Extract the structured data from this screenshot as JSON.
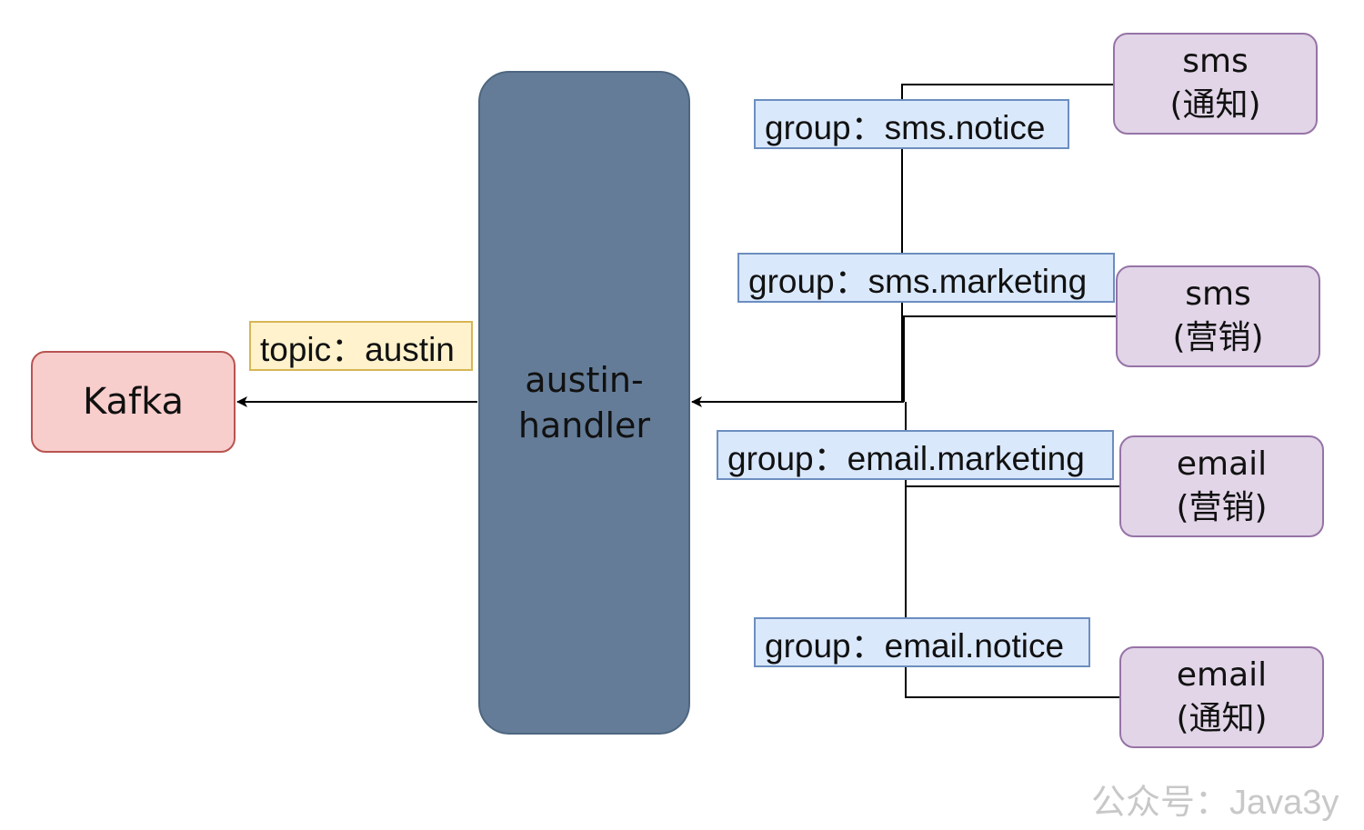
{
  "nodes": {
    "kafka": "Kafka",
    "handler": [
      "austin-",
      "handler"
    ],
    "consumers": [
      [
        "sms",
        "(通知)"
      ],
      [
        "sms",
        "(营销)"
      ],
      [
        "email",
        "(营销)"
      ],
      [
        "email",
        "(通知)"
      ]
    ]
  },
  "labels": {
    "topic": "topic：austin",
    "groups": [
      "group：sms.notice",
      "group：sms.marketing",
      "group：email.marketing",
      "group：email.notice"
    ]
  },
  "watermark": "公众号：Java3y",
  "colors": {
    "kafka_fill": "#f8cecc",
    "kafka_border": "#b85450",
    "handler_fill": "#647c97",
    "consumer_fill": "#e1d5e7",
    "consumer_border": "#9673a6",
    "topic_fill": "#fff2cc",
    "topic_border": "#d6b656",
    "group_fill": "#dae8fc",
    "group_border": "#6c8ebf",
    "edge": "#000000"
  }
}
